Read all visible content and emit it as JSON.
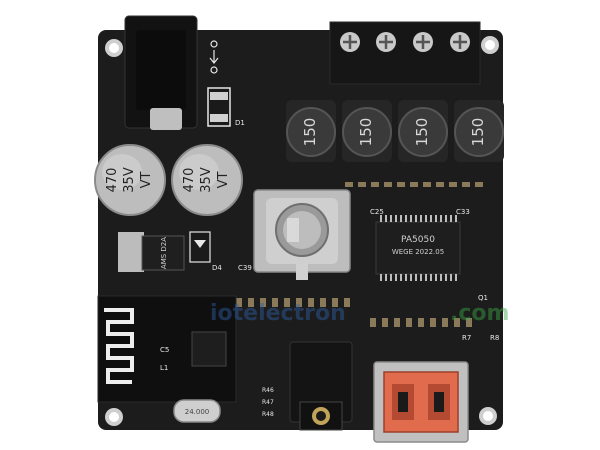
{
  "colors": {
    "background": "#ffffff",
    "pcb": "#1c1c1c",
    "silkscreen": "#e6e6e6",
    "metal": "#c9c9c9",
    "capacitor_body": "#bdbdbd",
    "connector_body": "#1a1a1a",
    "usb_red": "#d8664a",
    "watermark_blue": "#2e5fa8",
    "watermark_green": "#3ca848"
  },
  "capacitors": [
    {
      "line1": "470",
      "line2": "35V",
      "line3": "VT"
    },
    {
      "line1": "470",
      "line2": "35V",
      "line3": "VT"
    }
  ],
  "inductors": [
    {
      "label": "150"
    },
    {
      "label": "150"
    },
    {
      "label": "150"
    },
    {
      "label": "150"
    }
  ],
  "amp_chip": {
    "line1": "PA5050",
    "line2": "WEGE 2022.05"
  },
  "watermark": {
    "prefix": "iotelectron",
    "suffix": ".com"
  },
  "silk_labels": {
    "d1": "D1",
    "d4": "D4",
    "regulator": "AMS D2A",
    "c33": "C33",
    "c39": "C39",
    "c25": "C25",
    "r8": "R8",
    "r7": "R7",
    "q1": "Q1",
    "c5": "C5",
    "l1": "L1",
    "r46": "R46",
    "r47": "R47",
    "r48": "R48"
  },
  "crystal": {
    "label": "24.000"
  }
}
